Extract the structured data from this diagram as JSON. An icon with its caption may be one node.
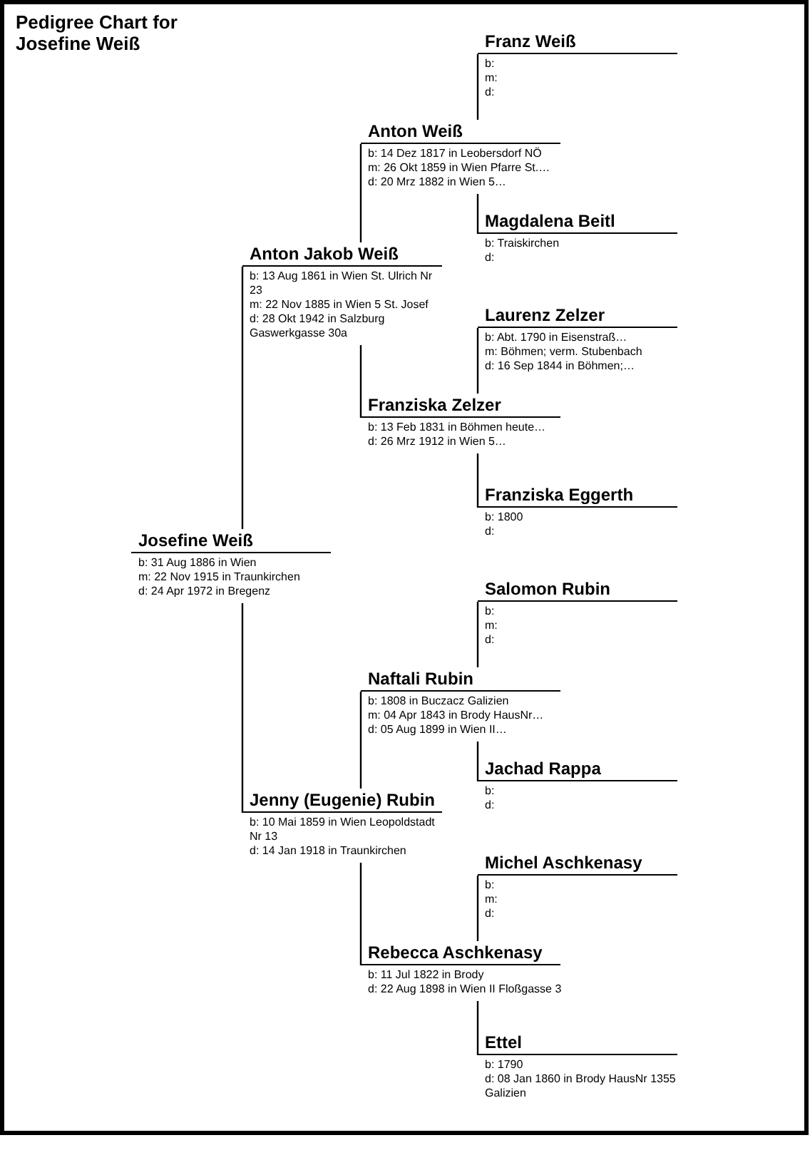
{
  "diagram": {
    "title": "Pedigree Chart for Josefine Weiß",
    "nodes": [
      {
        "text": [
          "Franz Weiß",
          "b:",
          "m:",
          "d:"
        ]
      },
      {
        "text": [
          "Anton Weiß",
          "b: 14 Dez 1817 in Leobersdorf NÖ",
          "m: 26 Okt 1859 in Wien Pfarre St.…",
          "d: 20 Mrz 1882 in Wien 5…"
        ]
      },
      {
        "text": [
          "Magdalena Beitl",
          "b: Traiskirchen",
          "d:"
        ]
      },
      {
        "text": [
          "Anton Jakob Weiß",
          "b: 13 Aug 1861 in Wien St. Ulrich Nr 23",
          "m: 22 Nov 1885 in Wien 5 St. Josef",
          "d: 28 Okt 1942 in Salzburg Gaswerkgasse 30a"
        ]
      },
      {
        "text": [
          "Laurenz Zelzer",
          "b: Abt. 1790 in Eisenstraß…",
          "m: Böhmen; verm. Stubenbach",
          "d: 16 Sep 1844 in Böhmen;…"
        ]
      },
      {
        "text": [
          "Franziska Zelzer",
          "b: 13 Feb 1831 in Böhmen heute…",
          "d: 26 Mrz 1912 in Wien 5…"
        ]
      },
      {
        "text": [
          "Franziska Eggerth",
          "b: 1800",
          "d:"
        ]
      },
      {
        "text": [
          "Josefine Weiß",
          "b: 31 Aug 1886 in Wien",
          "m: 22 Nov 1915 in Traunkirchen",
          "d: 24 Apr 1972 in Bregenz"
        ]
      },
      {
        "text": [
          "Salomon Rubin",
          "b:",
          "m:",
          "d:"
        ]
      },
      {
        "text": [
          "Naftali Rubin",
          "b: 1808 in Buczacz Galizien",
          "m: 04 Apr 1843 in Brody HausNr…",
          "d: 05 Aug 1899 in Wien II…"
        ]
      },
      {
        "text": [
          "Jachad Rappa",
          "b:",
          "d:"
        ]
      },
      {
        "text": [
          "Jenny (Eugenie) Rubin",
          "b: 10 Mai 1859 in Wien Leopoldstadt Nr 13",
          "d: 14 Jan 1918 in Traunkirchen"
        ]
      },
      {
        "text": [
          "Michel Aschkenasy",
          "b:",
          "m:",
          "d:"
        ]
      },
      {
        "text": [
          "Rebecca Aschkenasy",
          "b: 11 Jul 1822 in Brody",
          "d: 22 Aug 1898 in Wien II Floßgasse 3"
        ]
      },
      {
        "text": [
          "Ettel",
          "b: 1790",
          "d: 08 Jan 1860 in Brody HausNr 1355 Galizien"
        ]
      }
    ],
    "edges": [
      {
        "from": 7,
        "to": 3,
        "arrow": "none"
      },
      {
        "from": 7,
        "to": 11,
        "arrow": "none"
      },
      {
        "from": 3,
        "to": 1,
        "arrow": "none"
      },
      {
        "from": 3,
        "to": 5,
        "arrow": "none"
      },
      {
        "from": 1,
        "to": 0,
        "arrow": "none"
      },
      {
        "from": 1,
        "to": 2,
        "arrow": "none"
      },
      {
        "from": 5,
        "to": 4,
        "arrow": "none"
      },
      {
        "from": 5,
        "to": 6,
        "arrow": "none"
      },
      {
        "from": 11,
        "to": 9,
        "arrow": "none"
      },
      {
        "from": 11,
        "to": 13,
        "arrow": "none"
      },
      {
        "from": 9,
        "to": 8,
        "arrow": "none"
      },
      {
        "from": 9,
        "to": 10,
        "arrow": "none"
      },
      {
        "from": 13,
        "to": 12,
        "arrow": "none"
      },
      {
        "from": 13,
        "to": 14,
        "arrow": "none"
      }
    ]
  }
}
